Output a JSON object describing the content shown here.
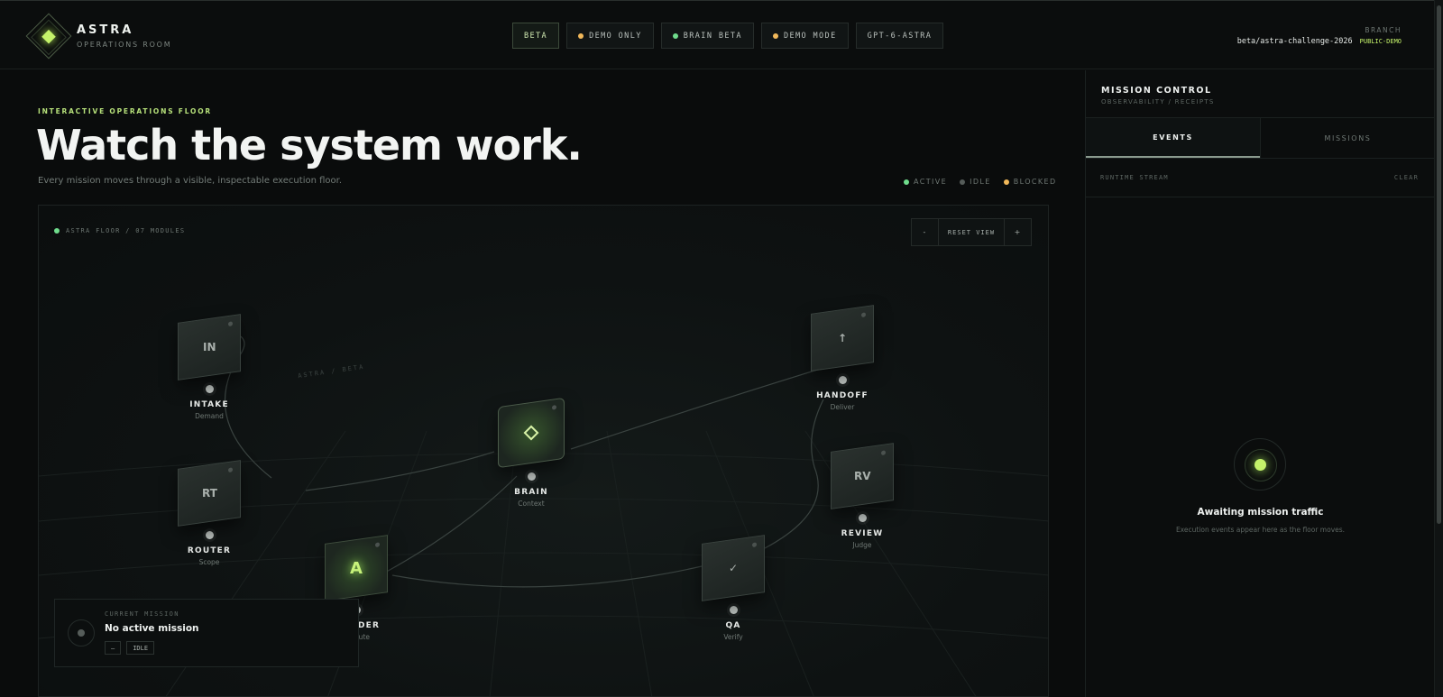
{
  "header": {
    "brand_name": "ASTRA",
    "brand_sub": "OPERATIONS ROOM",
    "badges": [
      {
        "label": "BETA",
        "dot": null
      },
      {
        "label": "DEMO ONLY",
        "dot": "orange"
      },
      {
        "label": "BRAIN BETA",
        "dot": "green"
      },
      {
        "label": "DEMO MODE",
        "dot": "orange"
      },
      {
        "label": "GPT-6-ASTRA",
        "dot": null
      }
    ],
    "branch_label": "BRANCH",
    "branch_name": "beta/astra-challenge-2026",
    "branch_tag": "PUBLIC-DEMO"
  },
  "hero": {
    "eyebrow": "INTERACTIVE OPERATIONS FLOOR",
    "title": "Watch the system work.",
    "subtitle": "Every mission moves through a visible, inspectable execution floor.",
    "legend": [
      {
        "label": "ACTIVE",
        "color": "#6fdc8c"
      },
      {
        "label": "IDLE",
        "color": "#555c59"
      },
      {
        "label": "BLOCKED",
        "color": "#f1b85a"
      }
    ]
  },
  "floor": {
    "label": "ASTRA FLOOR / 07 MODULES",
    "zoom_out": "-",
    "zoom_reset": "RESET VIEW",
    "zoom_in": "+",
    "track_label": "ASTRA / BETA",
    "nodes": {
      "intake": {
        "glyph": "IN",
        "name": "INTAKE",
        "role": "Demand"
      },
      "router": {
        "glyph": "RT",
        "name": "ROUTER",
        "role": "Scope"
      },
      "brain": {
        "glyph": "",
        "name": "BRAIN",
        "role": "Context"
      },
      "builder": {
        "glyph": "A",
        "name": "BUILDER",
        "role": "Execute"
      },
      "qa": {
        "glyph": "✓",
        "name": "QA",
        "role": "Verify"
      },
      "review": {
        "glyph": "RV",
        "name": "REVIEW",
        "role": "Judge"
      },
      "handoff": {
        "glyph": "↑",
        "name": "HANDOFF",
        "role": "Deliver"
      }
    },
    "current_mission": {
      "label": "CURRENT MISSION",
      "title": "No active mission",
      "chip_1": "—",
      "chip_2": "IDLE"
    }
  },
  "panel": {
    "title": "MISSION CONTROL",
    "subtitle": "OBSERVABILITY / RECEIPTS",
    "tabs": [
      "EVENTS",
      "MISSIONS"
    ],
    "stream_label": "RUNTIME STREAM",
    "clear_label": "CLEAR",
    "empty_title": "Awaiting mission traffic",
    "empty_sub": "Execution events appear here as the floor moves."
  },
  "colors": {
    "accent": "#c4f26a",
    "active": "#6fdc8c",
    "blocked": "#f1b85a"
  }
}
